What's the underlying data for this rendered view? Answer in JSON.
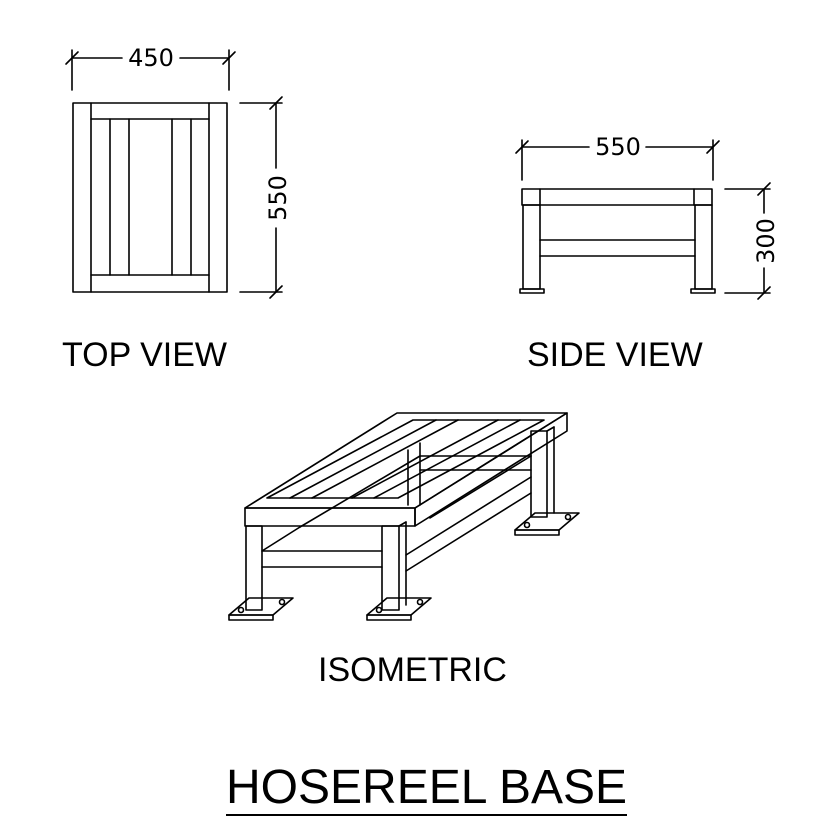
{
  "drawing": {
    "title": "HOSEREEL BASE",
    "views": {
      "top": {
        "label": "TOP VIEW",
        "width_dim": "450",
        "length_dim": "550"
      },
      "side": {
        "label": "SIDE VIEW",
        "length_dim": "550",
        "height_dim": "300"
      },
      "isometric": {
        "label": "ISOMETRIC"
      }
    },
    "line_color": "#000000"
  }
}
